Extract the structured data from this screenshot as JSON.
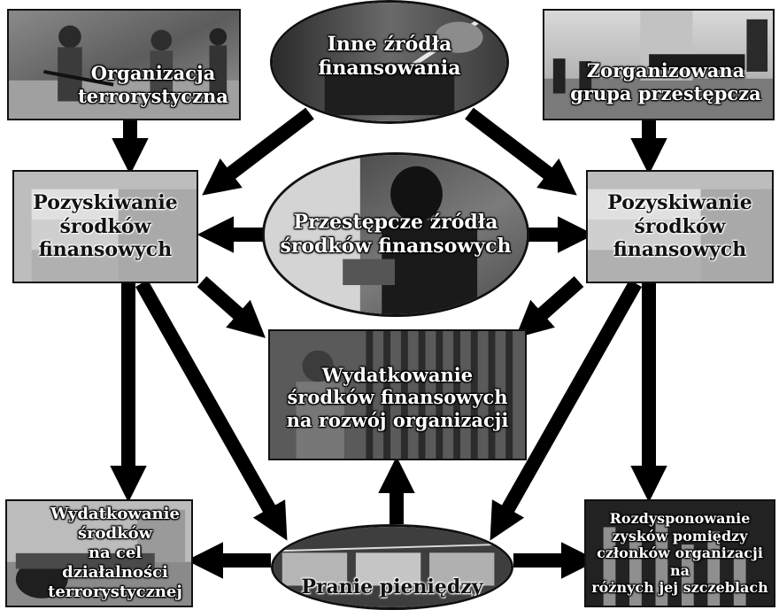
{
  "diagram": {
    "nodes": {
      "terror_org": {
        "lines": [
          "Organizacja",
          "terrorystyczna"
        ]
      },
      "other_sources": {
        "lines": [
          "Inne źródła",
          "finansowania"
        ]
      },
      "organized_crime": {
        "lines": [
          "Zorganizowana",
          "grupa przestępcza"
        ]
      },
      "acquire_left": {
        "lines": [
          "Pozyskiwanie",
          "środków",
          "finansowych"
        ]
      },
      "criminal_sources": {
        "lines": [
          "Przestępcze źródła",
          "środków finansowych"
        ]
      },
      "acquire_right": {
        "lines": [
          "Pozyskiwanie",
          "środków",
          "finansowych"
        ]
      },
      "org_development": {
        "lines": [
          "Wydatkowanie",
          "środków finansowych",
          "na rozwój organizacji"
        ]
      },
      "terror_activity": {
        "lines": [
          "Wydatkowanie",
          "środków",
          "na cel działalności",
          "terrorystycznej"
        ]
      },
      "money_laundering": {
        "lines": [
          "Pranie pieniędzy"
        ]
      },
      "profit_distribution": {
        "lines": [
          "Rozdysponowanie",
          "zysków pomiędzy",
          "członków organizacji na",
          "różnych jej szczeblach"
        ]
      }
    },
    "edges": [
      {
        "from": "terror_org",
        "to": "acquire_left"
      },
      {
        "from": "organized_crime",
        "to": "acquire_right"
      },
      {
        "from": "other_sources",
        "to": "acquire_left"
      },
      {
        "from": "other_sources",
        "to": "acquire_right"
      },
      {
        "from": "criminal_sources",
        "to": "acquire_left"
      },
      {
        "from": "criminal_sources",
        "to": "acquire_right"
      },
      {
        "from": "acquire_left",
        "to": "org_development"
      },
      {
        "from": "acquire_right",
        "to": "org_development"
      },
      {
        "from": "acquire_left",
        "to": "terror_activity"
      },
      {
        "from": "acquire_left",
        "to": "money_laundering"
      },
      {
        "from": "acquire_right",
        "to": "money_laundering"
      },
      {
        "from": "acquire_right",
        "to": "profit_distribution"
      },
      {
        "from": "money_laundering",
        "to": "org_development"
      },
      {
        "from": "money_laundering",
        "to": "terror_activity"
      },
      {
        "from": "money_laundering",
        "to": "profit_distribution"
      }
    ]
  }
}
